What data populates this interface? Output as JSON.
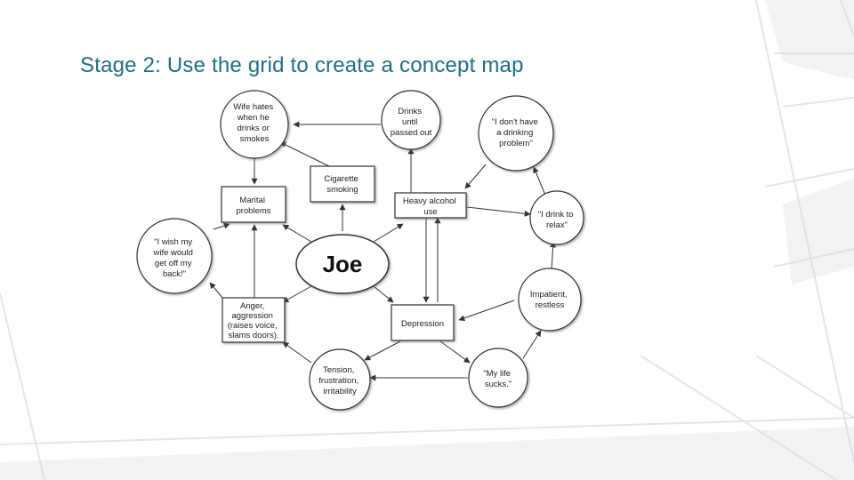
{
  "slide": {
    "title": "Stage 2: Use the grid to create a concept map"
  },
  "concept_map": {
    "center": "Joe",
    "nodes": [
      {
        "id": "wife-hates",
        "lines": [
          "Wife hates",
          "when he",
          "drinks or",
          "smokes"
        ]
      },
      {
        "id": "drinks-until",
        "lines": [
          "Drinks",
          "until",
          "passed out"
        ]
      },
      {
        "id": "dont-have-problem",
        "lines": [
          "\"I don't have",
          "a drinking",
          "problem\""
        ]
      },
      {
        "id": "cigarette-smoking",
        "lines": [
          "Cigarette",
          "smoking"
        ]
      },
      {
        "id": "marital-problems",
        "lines": [
          "Marital",
          "problems"
        ]
      },
      {
        "id": "heavy-alcohol",
        "lines": [
          "Heavy alcohol",
          "use"
        ]
      },
      {
        "id": "drink-to-relax",
        "lines": [
          "\"I drink to",
          "relax\""
        ]
      },
      {
        "id": "wish-wife",
        "lines": [
          "\"I wish my",
          "wife would",
          "get off my",
          "back!\""
        ]
      },
      {
        "id": "impatient",
        "lines": [
          "Impatient,",
          "restless"
        ]
      },
      {
        "id": "anger",
        "lines": [
          "Anger,",
          "aggression",
          "(raises voice,",
          "slams doors)."
        ]
      },
      {
        "id": "depression",
        "lines": [
          "Depression"
        ]
      },
      {
        "id": "tension",
        "lines": [
          "Tension,",
          "frustration,",
          "irritability"
        ]
      },
      {
        "id": "life-sucks",
        "lines": [
          "\"My life",
          "sucks.\""
        ]
      }
    ]
  }
}
